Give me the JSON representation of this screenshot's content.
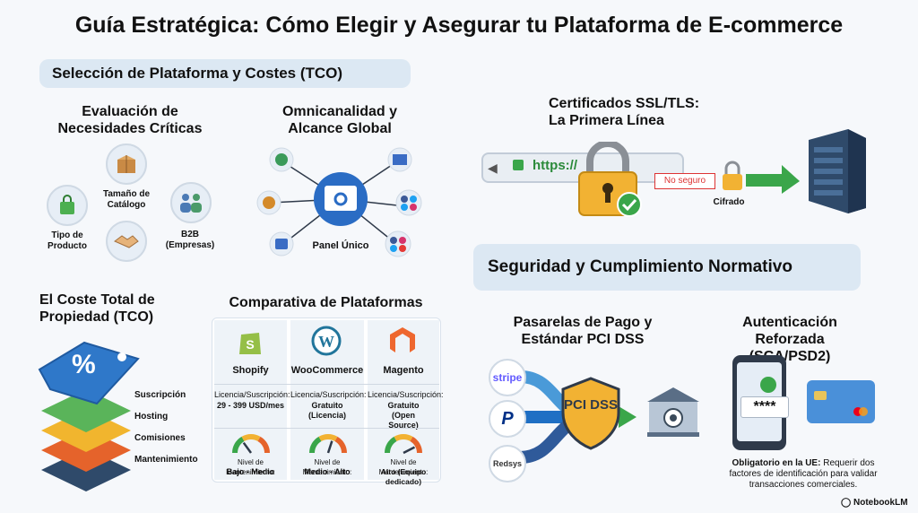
{
  "title": "Guía Estratégica: Cómo Elegir y Asegurar tu Plataforma de E-commerce",
  "section1": {
    "header": "Selección de Plataforma y Costes (TCO)",
    "needs": {
      "title": "Evaluación de Necesidades Críticas",
      "items": [
        "Tamaño de Catálogo",
        "Tipo de Producto",
        "B2B (Empresas)"
      ]
    },
    "omni": {
      "title": "Omnicanalidad y Alcance Global",
      "center_label": "Panel Único"
    },
    "tco": {
      "title": "El Coste Total de Propiedad (TCO)",
      "tag_symbol": "%",
      "layers": [
        "Suscripción",
        "Hosting",
        "Comisiones",
        "Mantenimiento"
      ]
    },
    "compare": {
      "title": "Comparativa de Plataformas",
      "platforms": [
        {
          "name": "Shopify",
          "license_label": "Licencia/Suscripción:",
          "license_value": "29 - 399 USD/mes",
          "maint_label": "Nivel de Mantenimiento:",
          "maint_value": "Bajo - Medio",
          "level": 0.3
        },
        {
          "name": "WooCommerce",
          "license_label": "Licencia/Suscripción:",
          "license_value": "Gratuito (Licencia)",
          "maint_label": "Nivel de Mantenimiento:",
          "maint_value": "Medio - Alto",
          "level": 0.6
        },
        {
          "name": "Magento",
          "license_label": "Licencia/Suscripción:",
          "license_value": "Gratuito (Open Source)",
          "maint_label": "Nivel de Mantenimiento:",
          "maint_value": "Alto (Equipo dedicado)",
          "level": 0.85
        }
      ]
    }
  },
  "ssl": {
    "title": "Certificados SSL/TLS: La Primera Línea",
    "url": "https://",
    "not_secure": "No seguro",
    "encrypted": "Cifrado"
  },
  "section2": {
    "header": "Seguridad y Cumplimiento Normativo",
    "payments": {
      "title": "Pasarelas de Pago y Estándar PCI DSS",
      "providers": [
        "stripe",
        "P",
        "Redsys"
      ],
      "shield": "PCI DSS"
    },
    "auth": {
      "title": "Autenticación Reforzada (SCA/PSD2)",
      "pin": "****",
      "note_bold": "Obligatorio en la UE:",
      "note_text": " Requerir dos factores de identificación para validar transacciones comerciales."
    }
  },
  "footer": {
    "brand": "NotebookLM"
  },
  "colors": {
    "accent": "#2a6cc4",
    "header_bg": "#dce8f3",
    "green": "#3aa64a",
    "lock": "#f2b233"
  }
}
